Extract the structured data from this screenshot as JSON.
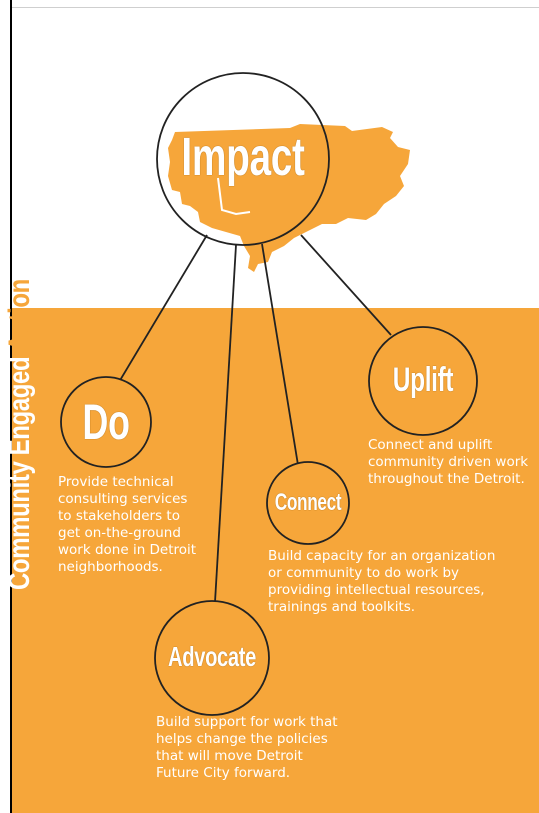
{
  "side_title": {
    "part1": "Community Engaged ",
    "part2": "Action"
  },
  "impact": {
    "title": "Impact"
  },
  "nodes": {
    "do": {
      "title": "Do",
      "description": [
        "Provide technical",
        "consulting services",
        "to stakeholders to",
        "get on-the-ground",
        "work done in Detroit",
        "neighborhoods."
      ]
    },
    "advocate": {
      "title": "Advocate",
      "description": [
        "Build support for work that",
        "helps change the policies",
        "that will move Detroit",
        "Future City forward."
      ]
    },
    "connect": {
      "title": "Connect",
      "description": [
        "Build capacity for an organization",
        "or community to do work by",
        "providing intellectual resources,",
        "trainings and toolkits."
      ]
    },
    "uplift": {
      "title": "Uplift",
      "description": [
        "Connect and uplift",
        "community driven work",
        "throughout the Detroit."
      ]
    }
  },
  "colors": {
    "accent": "#f6a63a",
    "text_light": "#ffffff",
    "outline": "#222222"
  }
}
